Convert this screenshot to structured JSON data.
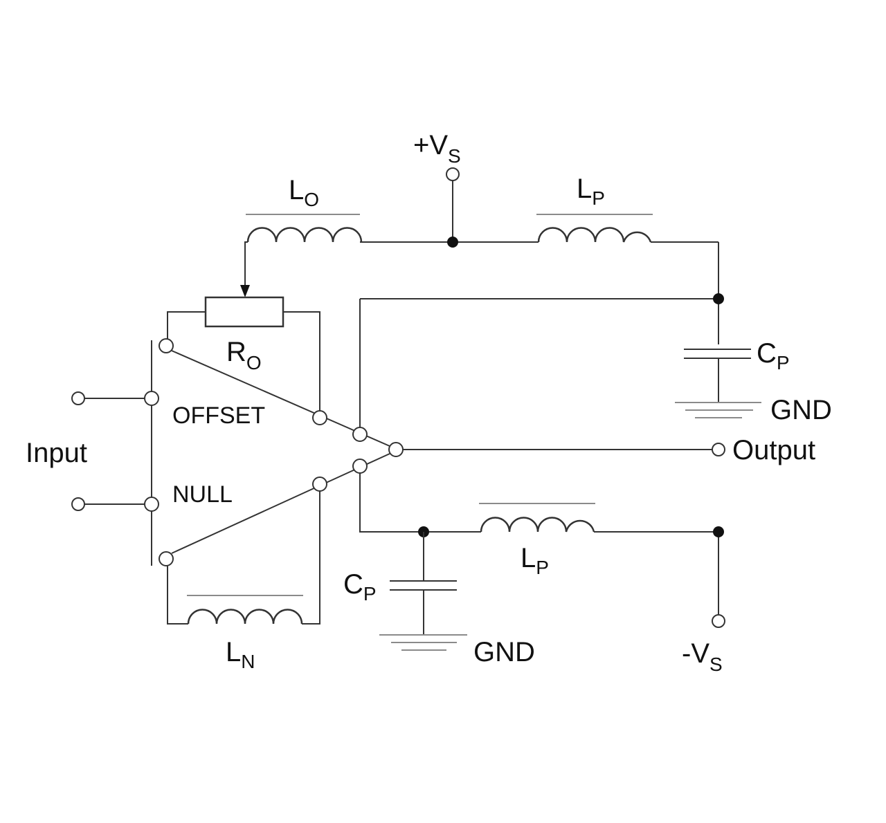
{
  "labels": {
    "vs_pos_main": "+V",
    "vs_pos_sub": "S",
    "lo_main": "L",
    "lo_sub": "O",
    "lp_top_main": "L",
    "lp_top_sub": "P",
    "ro_main": "R",
    "ro_sub": "O",
    "cp_right_main": "C",
    "cp_right_sub": "P",
    "gnd_right": "GND",
    "input": "Input",
    "offset": "OFFSET",
    "null": "NULL",
    "output": "Output",
    "lp_bottom_main": "L",
    "lp_bottom_sub": "P",
    "cp_bottom_main": "C",
    "cp_bottom_sub": "P",
    "gnd_bottom": "GND",
    "ln_main": "L",
    "ln_sub": "N",
    "vs_neg_main": "-V",
    "vs_neg_sub": "S"
  }
}
